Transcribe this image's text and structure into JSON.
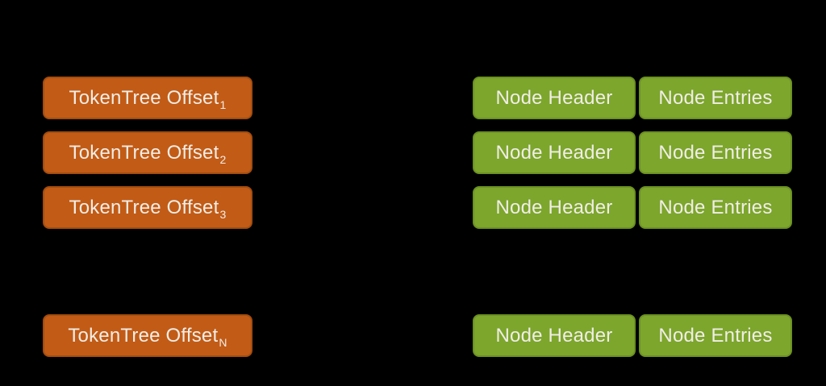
{
  "diagram": {
    "description": "TokenTree offsets pointing to node records",
    "colors": {
      "background": "#000000",
      "offset_fill": "#C25B16",
      "offset_border": "#A34D0F",
      "node_fill": "#7CA62C",
      "node_border": "#6C9122",
      "text": "#F1EDE7"
    },
    "offset_column": {
      "items": [
        {
          "label": "TokenTree Offset",
          "subscript": "1"
        },
        {
          "label": "TokenTree Offset",
          "subscript": "2"
        },
        {
          "label": "TokenTree Offset",
          "subscript": "3"
        },
        {
          "label": "TokenTree Offset",
          "subscript": "N"
        }
      ]
    },
    "node_column": {
      "rows": [
        {
          "header": "Node Header",
          "entries": "Node Entries"
        },
        {
          "header": "Node Header",
          "entries": "Node Entries"
        },
        {
          "header": "Node Header",
          "entries": "Node Entries"
        },
        {
          "header": "Node Header",
          "entries": "Node Entries"
        }
      ]
    }
  }
}
